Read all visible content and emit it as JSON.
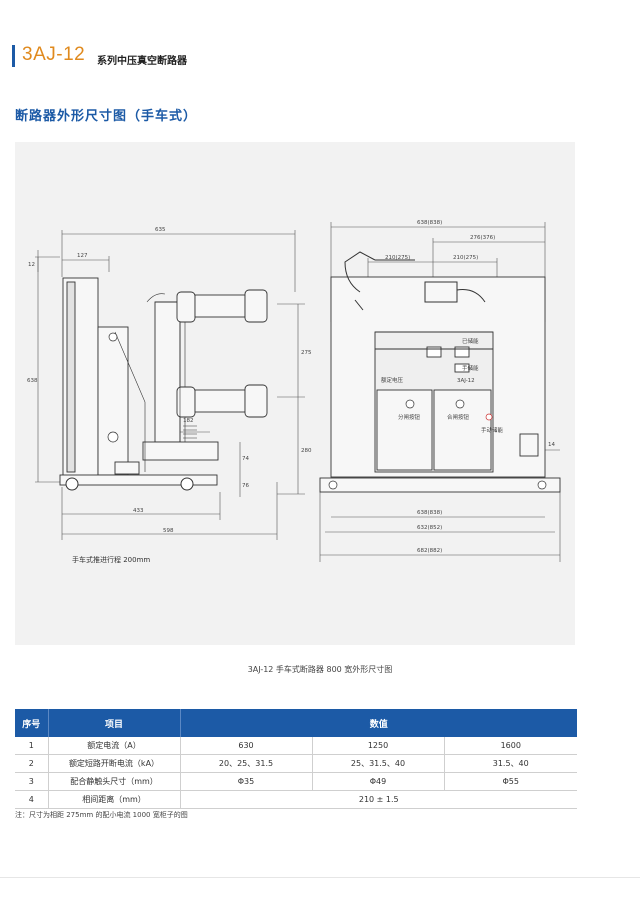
{
  "header": {
    "brand": "3AJ-12",
    "subtitle": "系列中压真空断路器"
  },
  "section_title": "断路器外形尺寸图（手车式）",
  "drawing": {
    "left": {
      "dim_635": "635",
      "dim_127": "127",
      "dim_12": "12",
      "dim_638": "638",
      "dim_275": "275",
      "dim_280": "280",
      "dim_182": "182",
      "dim_74": "74",
      "dim_76": "76",
      "dim_433": "433",
      "dim_598": "598",
      "travel_note": "手车式推进行程 200mm"
    },
    "right": {
      "dim_638_838_top": "638(838)",
      "dim_276_376": "276(376)",
      "dim_210_275_a": "210(275)",
      "dim_210_275_b": "210(275)",
      "dim_14": "14",
      "dim_638_838_bottom": "638(838)",
      "dim_632_852": "632(852)",
      "dim_682_882": "682(882)",
      "panel_model": "3AJ-12",
      "panel_lbl_closed": "已储能",
      "panel_lbl_manual": "手储能",
      "panel_lbl_rated": "额定电压",
      "panel_lbl_open_btn": "分闸按钮",
      "panel_lbl_close_btn": "合闸按钮",
      "panel_lbl_hand": "手动储能"
    }
  },
  "caption": "3AJ-12 手车式断路器 800 宽外形尺寸图",
  "table": {
    "headers": [
      "序号",
      "项目",
      "数值"
    ],
    "rows": [
      {
        "no": "1",
        "item": "额定电流（A）",
        "v1": "630",
        "v2": "1250",
        "v3": "1600"
      },
      {
        "no": "2",
        "item": "额定短路开断电流（kA）",
        "v1": "20、25、31.5",
        "v2": "25、31.5、40",
        "v3": "31.5、40"
      },
      {
        "no": "3",
        "item": "配合静触头尺寸（mm）",
        "v1": "Φ35",
        "v2": "Φ49",
        "v3": "Φ55"
      },
      {
        "no": "4",
        "item": "相间距离（mm）",
        "v_all": "210 ± 1.5"
      }
    ]
  },
  "note": "注：尺寸为相距 275mm 的配小电流 1000 宽柜子的图",
  "colors": {
    "accent": "#1c5aa6",
    "brand": "#e08a1e"
  }
}
